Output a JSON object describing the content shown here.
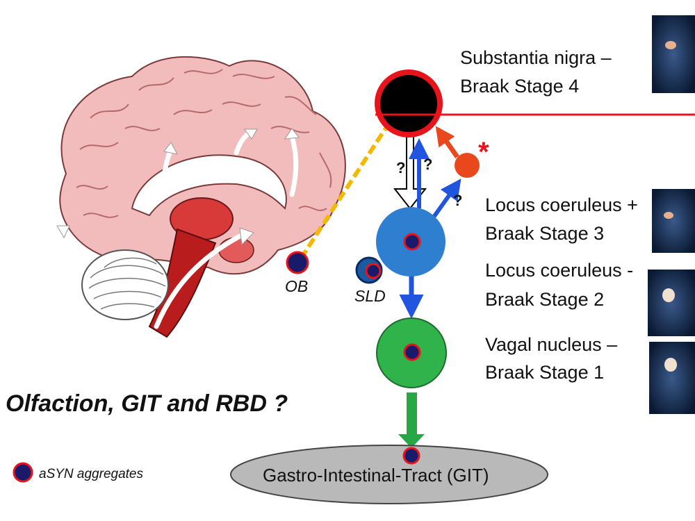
{
  "labels": {
    "substantia_nigra_line1": "Substantia nigra –",
    "substantia_nigra_line2": "Braak Stage 4",
    "lc_plus_line1": "Locus coeruleus +",
    "lc_plus_line2": "Braak Stage 3",
    "lc_minus_line1": "Locus coeruleus -",
    "lc_minus_line2": "Braak Stage 2",
    "vagal_line1": "Vagal nucleus –",
    "vagal_line2": "Braak Stage 1",
    "ob": "OB",
    "sld": "SLD",
    "git": "Gastro-Intestinal-Tract (GIT)",
    "question_main": "Olfaction, GIT and RBD ?",
    "legend": "aSYN aggregates",
    "q1": "?",
    "q2": "?",
    "q3": "?",
    "star": "*"
  },
  "colors": {
    "substantia_nigra": "#000000",
    "ring_red": "#e8141b",
    "locus_coeruleus": "#2e7fd0",
    "vagal_nucleus": "#2fb34a",
    "gut": "#b9b9b9",
    "aggregate": "#1a1a6b",
    "olfactory_dashed": "#f5b800",
    "blue_arrow": "#2255dd",
    "green_arrow": "#27a845",
    "brain_pink": "#f2b9b9",
    "brainstem_red": "#c81e1e"
  },
  "icons": {
    "brain": "brain-sagittal-illustration",
    "scans": "datscan-thumbnail"
  }
}
